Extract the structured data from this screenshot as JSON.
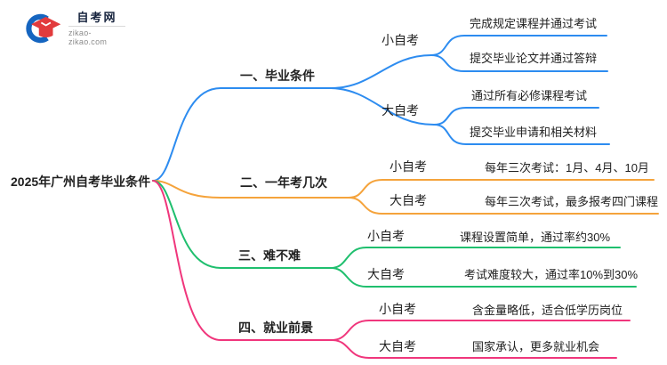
{
  "logo": {
    "title": "自考网",
    "domain": "zikao-zikao.com",
    "brand_blue": "#1565c0",
    "brand_red": "#e23b3d"
  },
  "root": {
    "label": "2025年广州自考毕业条件"
  },
  "branches": [
    {
      "label": "一、毕业条件",
      "color": "#2d8cf0",
      "children": [
        {
          "label": "小自考",
          "leaves": [
            "完成规定课程并通过考试",
            "提交毕业论文并通过答辩"
          ]
        },
        {
          "label": "大自考",
          "leaves": [
            "通过所有必修课程考试",
            "提交毕业申请和相关材料"
          ]
        }
      ]
    },
    {
      "label": "二、一年考几次",
      "color": "#f5a33b",
      "children": [
        {
          "label": "小自考",
          "leaves": [
            "每年三次考试：1月、4月、10月"
          ]
        },
        {
          "label": "大自考",
          "leaves": [
            "每年三次考试，最多报考四门课程"
          ]
        }
      ]
    },
    {
      "label": "三、难不难",
      "color": "#1fbf6e",
      "children": [
        {
          "label": "小自考",
          "leaves": [
            "课程设置简单，通过率约30%"
          ]
        },
        {
          "label": "大自考",
          "leaves": [
            "考试难度较大，通过率10%到30%"
          ]
        }
      ]
    },
    {
      "label": "四、就业前景",
      "color": "#f0367c",
      "children": [
        {
          "label": "小自考",
          "leaves": [
            "含金量略低，适合低学历岗位"
          ]
        },
        {
          "label": "大自考",
          "leaves": [
            "国家承认，更多就业机会"
          ]
        }
      ]
    }
  ]
}
